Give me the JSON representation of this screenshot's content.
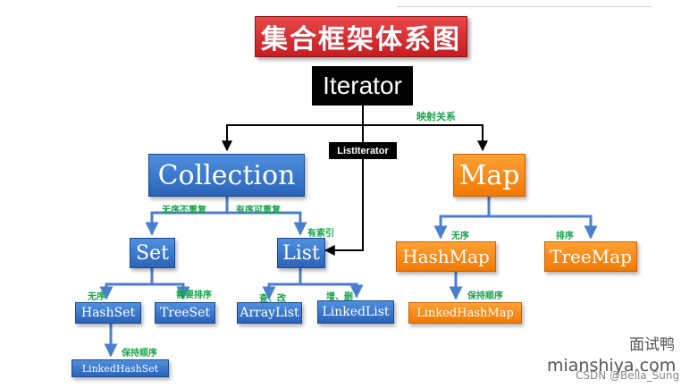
{
  "title": "集合框架体系图",
  "nodes": {
    "iterator": "Iterator",
    "list_iterator": "ListIterator",
    "collection": "Collection",
    "map": "Map",
    "set": "Set",
    "list": "List",
    "hashmap": "HashMap",
    "treemap": "TreeMap",
    "hashset": "HashSet",
    "treeset": "TreeSet",
    "arraylist": "ArrayList",
    "linkedlist": "LinkedList",
    "linkedhashmap": "LinkedHashMap",
    "linkedhashset": "LinkedHashSet"
  },
  "labels": {
    "mapping": "映射关系",
    "unordered_unique": "无序不重复",
    "ordered_repeatable": "有序可重复",
    "indexed": "有索引",
    "map_unordered": "无序",
    "map_sorted": "排序",
    "set_unordered": "无序",
    "needs_sorting": "需要排序",
    "query_update": "查、改",
    "insert_delete": "增、删",
    "keep_order_map": "保持顺序",
    "keep_order_set": "保持顺序"
  },
  "watermark": {
    "brand": "面试鸭",
    "site": "mianshiya.com",
    "csdn": "CSDN @Bella_Sung"
  },
  "colors": {
    "title_red": "#d62a2e",
    "interface_blue": "#3572c9",
    "map_orange": "#f7880f",
    "label_green": "#19a34a",
    "black_connector": "#000000"
  }
}
